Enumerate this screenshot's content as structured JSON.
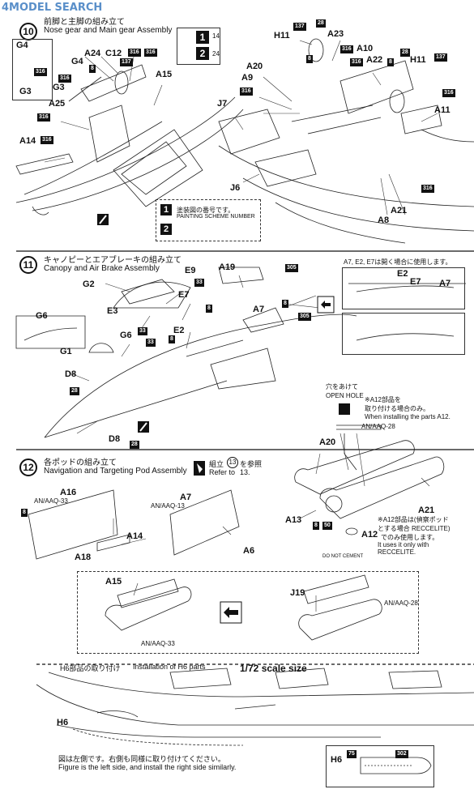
{
  "watermark": "4MODEL SEARCH",
  "step10": {
    "title_jp": "前脚と主脚の組み立て",
    "title_en": "Nose gear and Main gear Assembly",
    "parts": [
      "G4",
      "G4",
      "G3",
      "G3",
      "A24",
      "C12",
      "A15",
      "A25",
      "A14",
      "H11",
      "A23",
      "A20",
      "A9",
      "J7",
      "A10",
      "A22",
      "H11",
      "A11",
      "J6",
      "A8",
      "A21"
    ],
    "tags": [
      "316",
      "137",
      "8",
      "316",
      "316",
      "137",
      "316",
      "316",
      "316",
      "28",
      "316",
      "316",
      "8",
      "8",
      "316",
      "28",
      "137",
      "316",
      "316"
    ],
    "scheme_codes": [
      "14",
      "24"
    ],
    "scheme_note_jp": "塗装図の番号です。",
    "scheme_note_en": "PAINTING SCHEME NUMBER"
  },
  "step11": {
    "number": "11",
    "title_jp": "キャノピーとエアブレーキの組み立て",
    "title_en": "Canopy and Air Brake Assembly",
    "note_jp": "A7, E2, E7は開く場合に使用します。",
    "parts": [
      "G2",
      "E9",
      "A19",
      "E3",
      "E7",
      "A7",
      "G6",
      "G6",
      "E2",
      "G1",
      "D8",
      "D8",
      "E2",
      "E7",
      "A7"
    ],
    "tags": [
      "305",
      "33",
      "8",
      "33",
      "8",
      "305",
      "33",
      "8",
      "28",
      "28"
    ]
  },
  "step12": {
    "number": "12",
    "title_jp": "各ポッドの組み立て",
    "title_en": "Navigation and Targeting Pod Assembly",
    "ref_jp": "組立",
    "ref_circle": "13",
    "ref_jp2": "を参照",
    "ref_en": "Refer to",
    "ref_en_num": "13.",
    "hole_jp": "穴をあけて",
    "hole_en": "OPEN HOLE",
    "a12_note_jp": "※A12部品を\n取り付ける場合のみ。",
    "a12_note_en": "When installing the parts A12.",
    "pods": [
      "AN/AAQ-33",
      "AN/AAQ-13",
      "AN/AAQ-28",
      "AN/AAQ-33",
      "AN/AAQ-28"
    ],
    "parts": [
      "A16",
      "A7",
      "A14",
      "A18",
      "A6",
      "A20",
      "A21",
      "A13",
      "A12",
      "A15",
      "J19"
    ],
    "tags": [
      "8",
      "8",
      "50"
    ],
    "a12_use_jp": "※A12部品は(偵察ポッド\nとする場合 RECCELITE)",
    "a12_use_jp2": "でのみ使用します。",
    "a12_use_en": "It uses it only with\nRECCELITE.",
    "no_cement": "DO NOT CEMENT"
  },
  "h6": {
    "title_jp": "H6部品の取り付け",
    "title_en": "Installation of H6 parts",
    "scale": "1/72 scale size",
    "part": "H6",
    "tags": [
      "75",
      "302"
    ],
    "note_jp": "図は左側です。右側も同様に取り付けてください。",
    "note_en": "Figure is the left side, and install the right side similarly."
  }
}
